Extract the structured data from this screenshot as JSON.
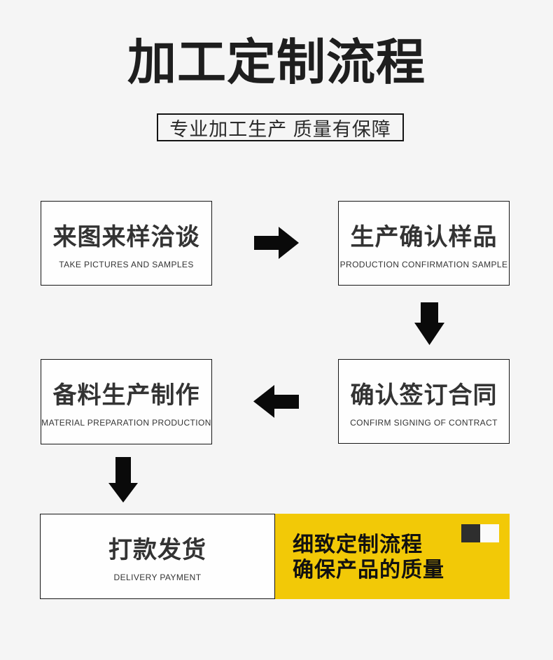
{
  "header": {
    "title": "加工定制流程",
    "subtitle": "专业加工生产 质量有保障"
  },
  "steps": [
    {
      "title_zh": "来图来样洽谈",
      "subtitle_en": "TAKE PICTURES AND SAMPLES"
    },
    {
      "title_zh": "生产确认样品",
      "subtitle_en": "PRODUCTION CONFIRMATION SAMPLE"
    },
    {
      "title_zh": "确认签订合同",
      "subtitle_en": "CONFIRM SIGNING OF CONTRACT"
    },
    {
      "title_zh": "备料生产制作",
      "subtitle_en": "MATERIAL PREPARATION PRODUCTION"
    },
    {
      "title_zh": "打款发货",
      "subtitle_en": "DELIVERY PAYMENT"
    }
  ],
  "highlight": {
    "line1": "细致定制流程",
    "line2": "确保产品的质量"
  },
  "icons": {
    "flow_arrows": [
      "arrow-right-icon",
      "arrow-down-icon",
      "arrow-left-icon",
      "arrow-down-icon"
    ]
  },
  "colors": {
    "background": "#f5f5f5",
    "box_background": "#fefefe",
    "box_border": "#161616",
    "title_text": "#1e1e1e",
    "body_text": "#333333",
    "arrow": "#0a0a0a",
    "accent_yellow": "#f2c907",
    "deco_dark_square": "#2e2e2e",
    "deco_light_square": "#fafafa"
  }
}
